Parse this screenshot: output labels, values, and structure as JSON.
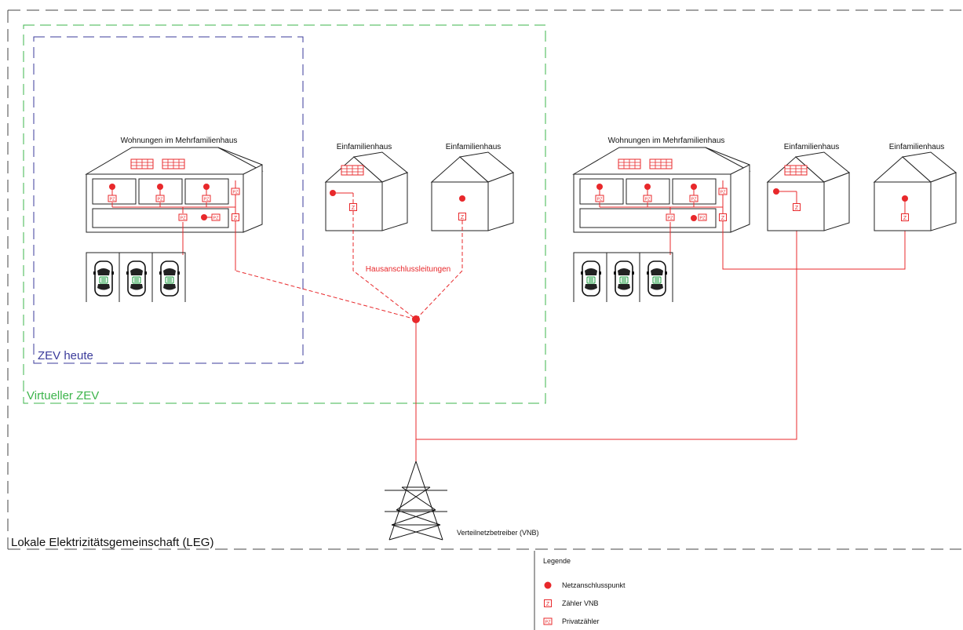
{
  "zones": {
    "leg": "Lokale Elektrizitätsgemeinschaft (LEG)",
    "virtual_zev": "Virtueller ZEV",
    "zev_today": "ZEV heute"
  },
  "buildings": {
    "mfh_left": "Wohnungen im Mehrfamilienhaus",
    "efh_1": "Einfamilienhaus",
    "efh_2": "Einfamilienhaus",
    "mfh_right": "Wohnungen im Mehrfamilienhaus",
    "efh_3": "Einfamilienhaus",
    "efh_4": "Einfamilienhaus"
  },
  "connections": {
    "house_lines": "Hausanschlussleitungen"
  },
  "grid": {
    "operator": "Verteilnetzbetreiber (VNB)"
  },
  "meters": {
    "vnb_mark": "Z",
    "private_mark": "PZ"
  },
  "legend": {
    "title": "Legende",
    "items": [
      {
        "symbol": "dot",
        "label": "Netzanschlusspunkt"
      },
      {
        "symbol": "meter-vnb",
        "label": "Zähler VNB"
      },
      {
        "symbol": "meter-private",
        "label": "Privatzähler"
      }
    ]
  },
  "colors": {
    "grid_red": "#e8282b",
    "zev_today_blue": "#3b3b9b",
    "virtual_zev_green": "#3cb44b",
    "outline": "#222222",
    "zone_gray": "#444444"
  }
}
